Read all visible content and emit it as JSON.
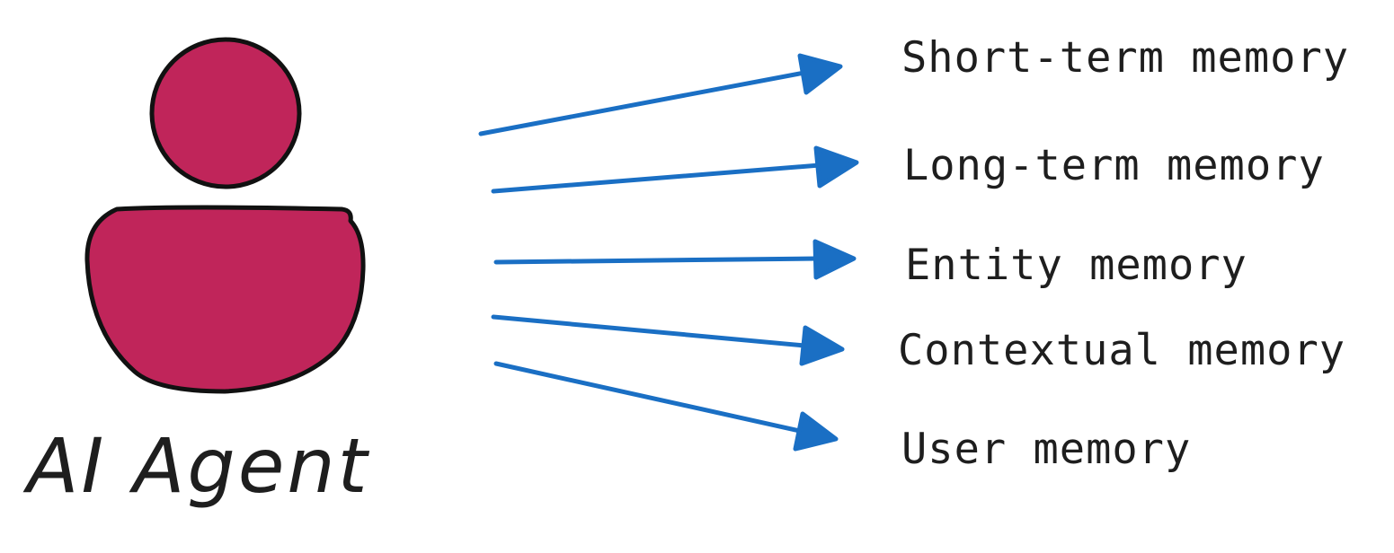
{
  "agent": {
    "label": "AI Agent",
    "icon": "person-icon"
  },
  "memories": [
    {
      "label": "Short-term memory"
    },
    {
      "label": "Long-term memory"
    },
    {
      "label": "Entity memory"
    },
    {
      "label": "Contextual memory"
    },
    {
      "label": "User memory"
    }
  ],
  "colors": {
    "person_fill": "#c0255a",
    "outline": "#111111",
    "arrow": "#1a6fc4",
    "text": "#1e1e1e",
    "background": "#ffffff"
  }
}
